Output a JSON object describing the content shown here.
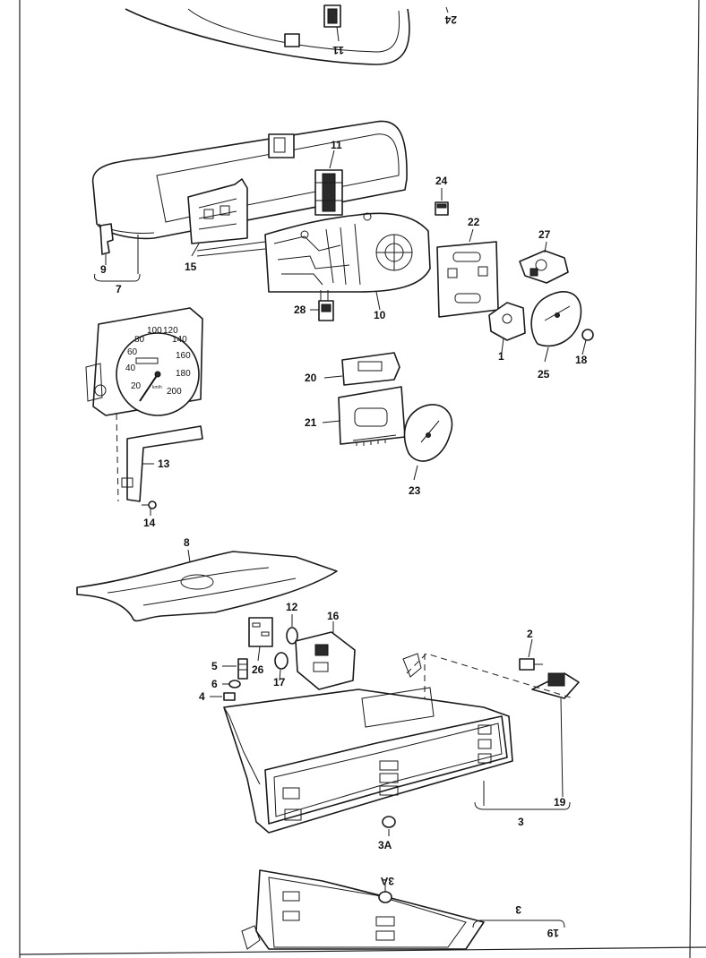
{
  "callouts": {
    "c1": "1",
    "c2": "2",
    "c3": "3",
    "c3a": "3A",
    "c4": "4",
    "c5": "5",
    "c6": "6",
    "c7": "7",
    "c8": "8",
    "c9": "9",
    "c10": "10",
    "c11": "11",
    "c12": "12",
    "c13": "13",
    "c14": "14",
    "c15": "15",
    "c16": "16",
    "c17": "17",
    "c18": "18",
    "c19": "19",
    "c20": "20",
    "c21": "21",
    "c22": "22",
    "c23": "23",
    "c24": "24",
    "c25": "25",
    "c26": "26",
    "c27": "27",
    "c28": "28"
  },
  "speedometer": {
    "scale": [
      "20",
      "40",
      "60",
      "80",
      "100",
      "120",
      "140",
      "160",
      "180",
      "200"
    ],
    "unit": "km/h"
  },
  "mirrored_fragments": {
    "top_num_a": "24",
    "top_num_b": "11",
    "bottom_num_a": "3A",
    "bottom_num_b": "3",
    "bottom_num_c": "19"
  }
}
